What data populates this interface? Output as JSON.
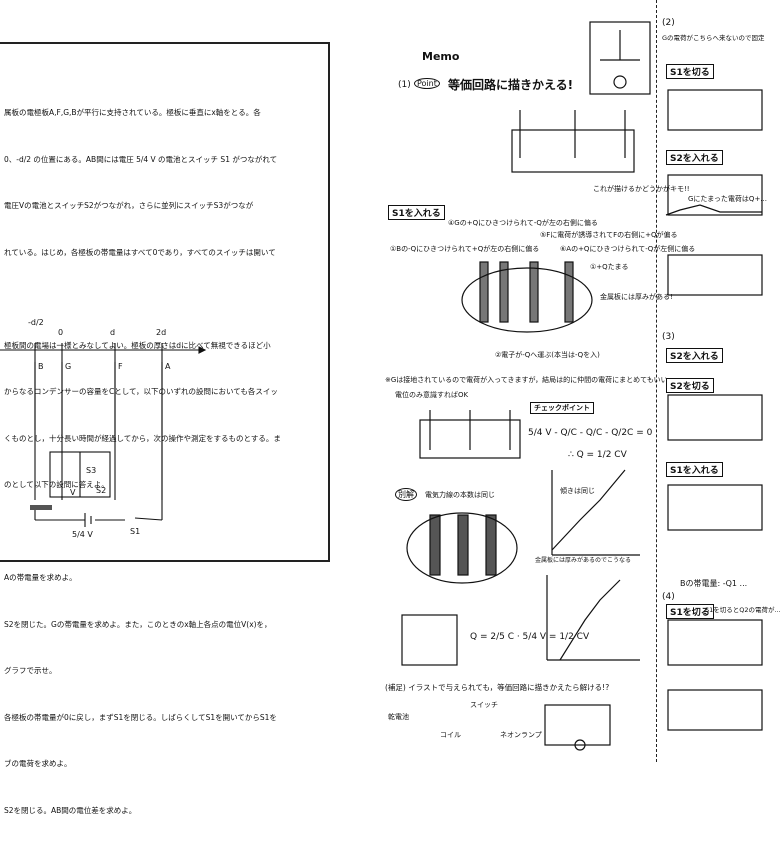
{
  "problem": {
    "lines": [
      "属板の電極板A,F,G,Bが平行に支持されている。極板に垂直にx軸をとる。各",
      "0、-d/2 の位置にある。AB間には電圧 5/4 V の電池とスイッチ S1 がつながれて",
      "電圧Vの電池とスイッチS2がつながれ，さらに並列にスイッチS3がつなが",
      "れている。はじめ，各極板の帯電量はすべて0であり，すべてのスイッチは開いて",
      "",
      "極板間の電場は一様とみなしてよい。極板の厚さはdに比べて無視できるほど小",
      "からなるコンデンサーの容量をCとして，以下のいずれの設問においても各スイッ",
      "くものとし，十分長い時間が経過してから，次の操作や測定をするものとする。ま",
      "のとして以下の設問に答えよ。",
      "",
      "Aの帯電量を求めよ。",
      "S2を閉じた。Gの帯電量を求めよ。また，このときのx軸上各点の電位V(x)を，",
      "グラフで示せ。",
      "各極板の帯電量が0に戻し，まずS1を閉じる。しばらくしてS1を開いてからS1を",
      "ブの電荷を求めよ。",
      "S2を閉じる。AB間の電位差を求めよ。"
    ],
    "axis_ticks": [
      "-d/2",
      "0",
      "d",
      "2d"
    ],
    "plate_labels": [
      "B",
      "G",
      "F",
      "A"
    ],
    "circuit_labels": {
      "s3": "S3",
      "v": "V",
      "s2": "S2",
      "s1": "S1",
      "battery": "5/4 V"
    }
  },
  "memo": {
    "title": "Memo",
    "point_label": "Point",
    "heading": "等価回路に描きかえる!",
    "q1": "(1)",
    "step_box": "S1を入れる",
    "note1": "これが描けるかどうかがキモ!!",
    "note2": "④Gの+Qにひきつけられて-Qが左の右側に偏る",
    "note3": "⑤Fに電荷が誘導されてFの右側に+Qが偏る",
    "note4": "①Bの-Qにひきつけられて+Qが左の右側に偏る",
    "note5": "⑥Aの+Qにひきつけられて-Qが左側に偏る",
    "note6": "①+Qたまる",
    "note7": "金属板には厚みがある!",
    "note8": "②電子が-Qへ運ぶ(本当は-Qを入)",
    "note9": "※Gは接地されているので電荷が入ってきますが，結局は的に仲間の電荷にまとめてもいい",
    "note10": "電位のみ意識すればOK",
    "check_label": "チェックポイント",
    "eq1": "5/4 V - Q/C - Q/C - Q/2C = 0",
    "eq2": "∴ Q = 1/2 CV",
    "alt_label": "別解",
    "alt_note": "電気力線の本数は同じ",
    "graph_note": "傾きは同じ",
    "graph_note2": "金属板には厚みがあるのでこうなる",
    "eq3": "Q = 2/5 C · 5/4 V = 1/2 CV",
    "supp": "(補足) イラストで与えられても，等価回路に描きかえたら解ける!?",
    "supp_labels": [
      "乾電池",
      "スイッチ",
      "コイル",
      "ネオンランプ"
    ],
    "q2": "(2)",
    "q2_note": "Gの電荷がこちらへ来ないので固定",
    "step_s1_off": "S1を切る",
    "step_s2_on": "S2を入れる",
    "g_note": "Gにたまった電荷はQ+...",
    "q3": "(3)",
    "step_s2_on2": "S2を入れる",
    "step_s2_off": "S2を切る",
    "step_s1_on": "S1を入れる",
    "b_charge": "Bの帯電量: -Q1 ...",
    "q4": "(4)",
    "step_s1_off2": "S1を切る",
    "q4_note": "S1を切るとQ2の電荷が..."
  }
}
